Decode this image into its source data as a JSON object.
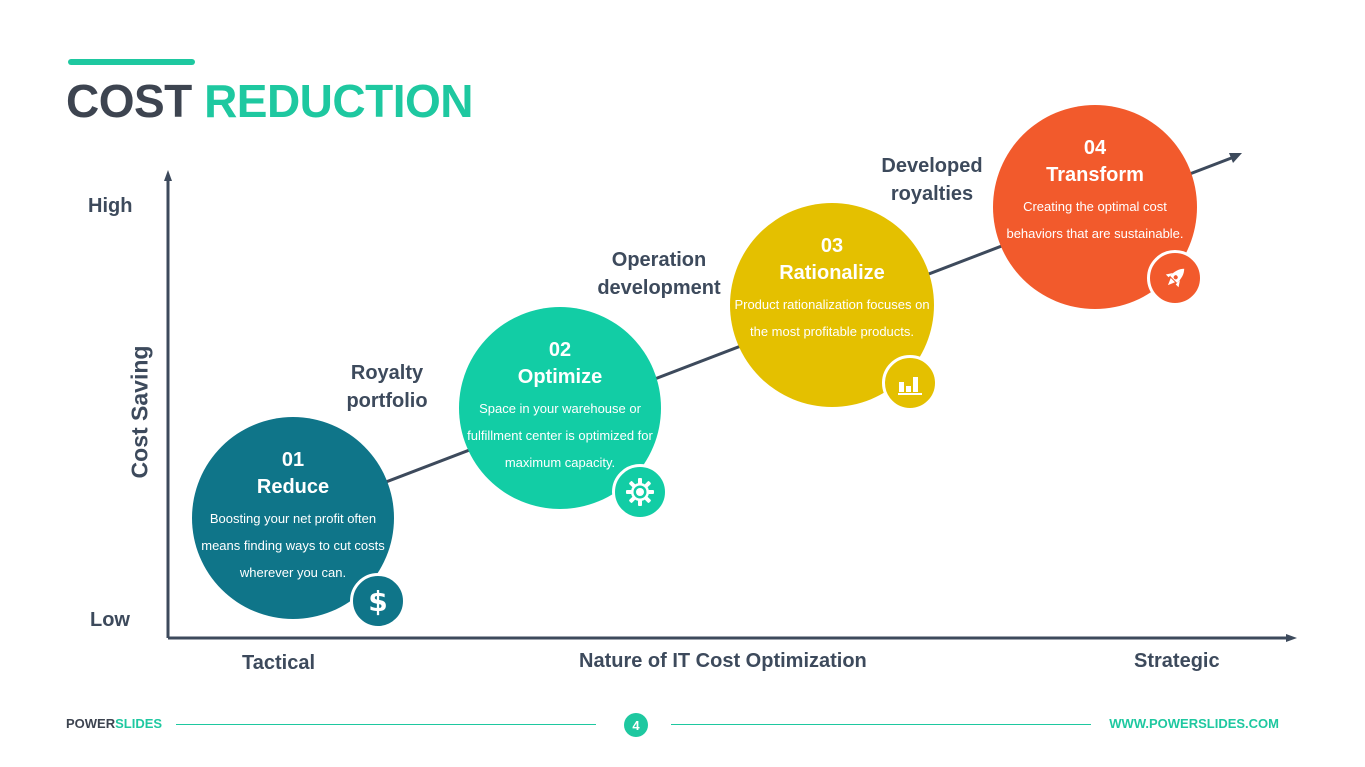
{
  "title": {
    "part1": "COST",
    "part2": "REDUCTION"
  },
  "axes": {
    "y_label": "Cost Saving",
    "y_high": "High",
    "y_low": "Low",
    "x_label": "Nature of IT Cost Optimization",
    "x_left": "Tactical",
    "x_right": "Strategic"
  },
  "stage_labels": [
    {
      "line1": "Royalty",
      "line2": "portfolio"
    },
    {
      "line1": "Operation",
      "line2": "development"
    },
    {
      "line1": "Developed",
      "line2": "royalties"
    }
  ],
  "steps": [
    {
      "num": "01",
      "name": "Reduce",
      "desc": "Boosting your net profit often means finding ways to cut costs wherever you can.",
      "color": "#0f7589",
      "icon": "dollar-icon"
    },
    {
      "num": "02",
      "name": "Optimize",
      "desc": "Space in your warehouse or fulfillment center is optimized for maximum capacity.",
      "color": "#12cda5",
      "icon": "gear-icon"
    },
    {
      "num": "03",
      "name": "Rationalize",
      "desc": "Product rationalization focuses on the most profitable products.",
      "color": "#e4c000",
      "icon": "bar-chart-icon"
    },
    {
      "num": "04",
      "name": "Transform",
      "desc": "Creating the optimal cost behaviors that are sustainable.",
      "color": "#f25a2c",
      "icon": "rocket-icon"
    }
  ],
  "footer": {
    "brand_part1": "POWER",
    "brand_part2": "SLIDES",
    "page": "4",
    "url": "WWW.POWERSLIDES.COM"
  }
}
